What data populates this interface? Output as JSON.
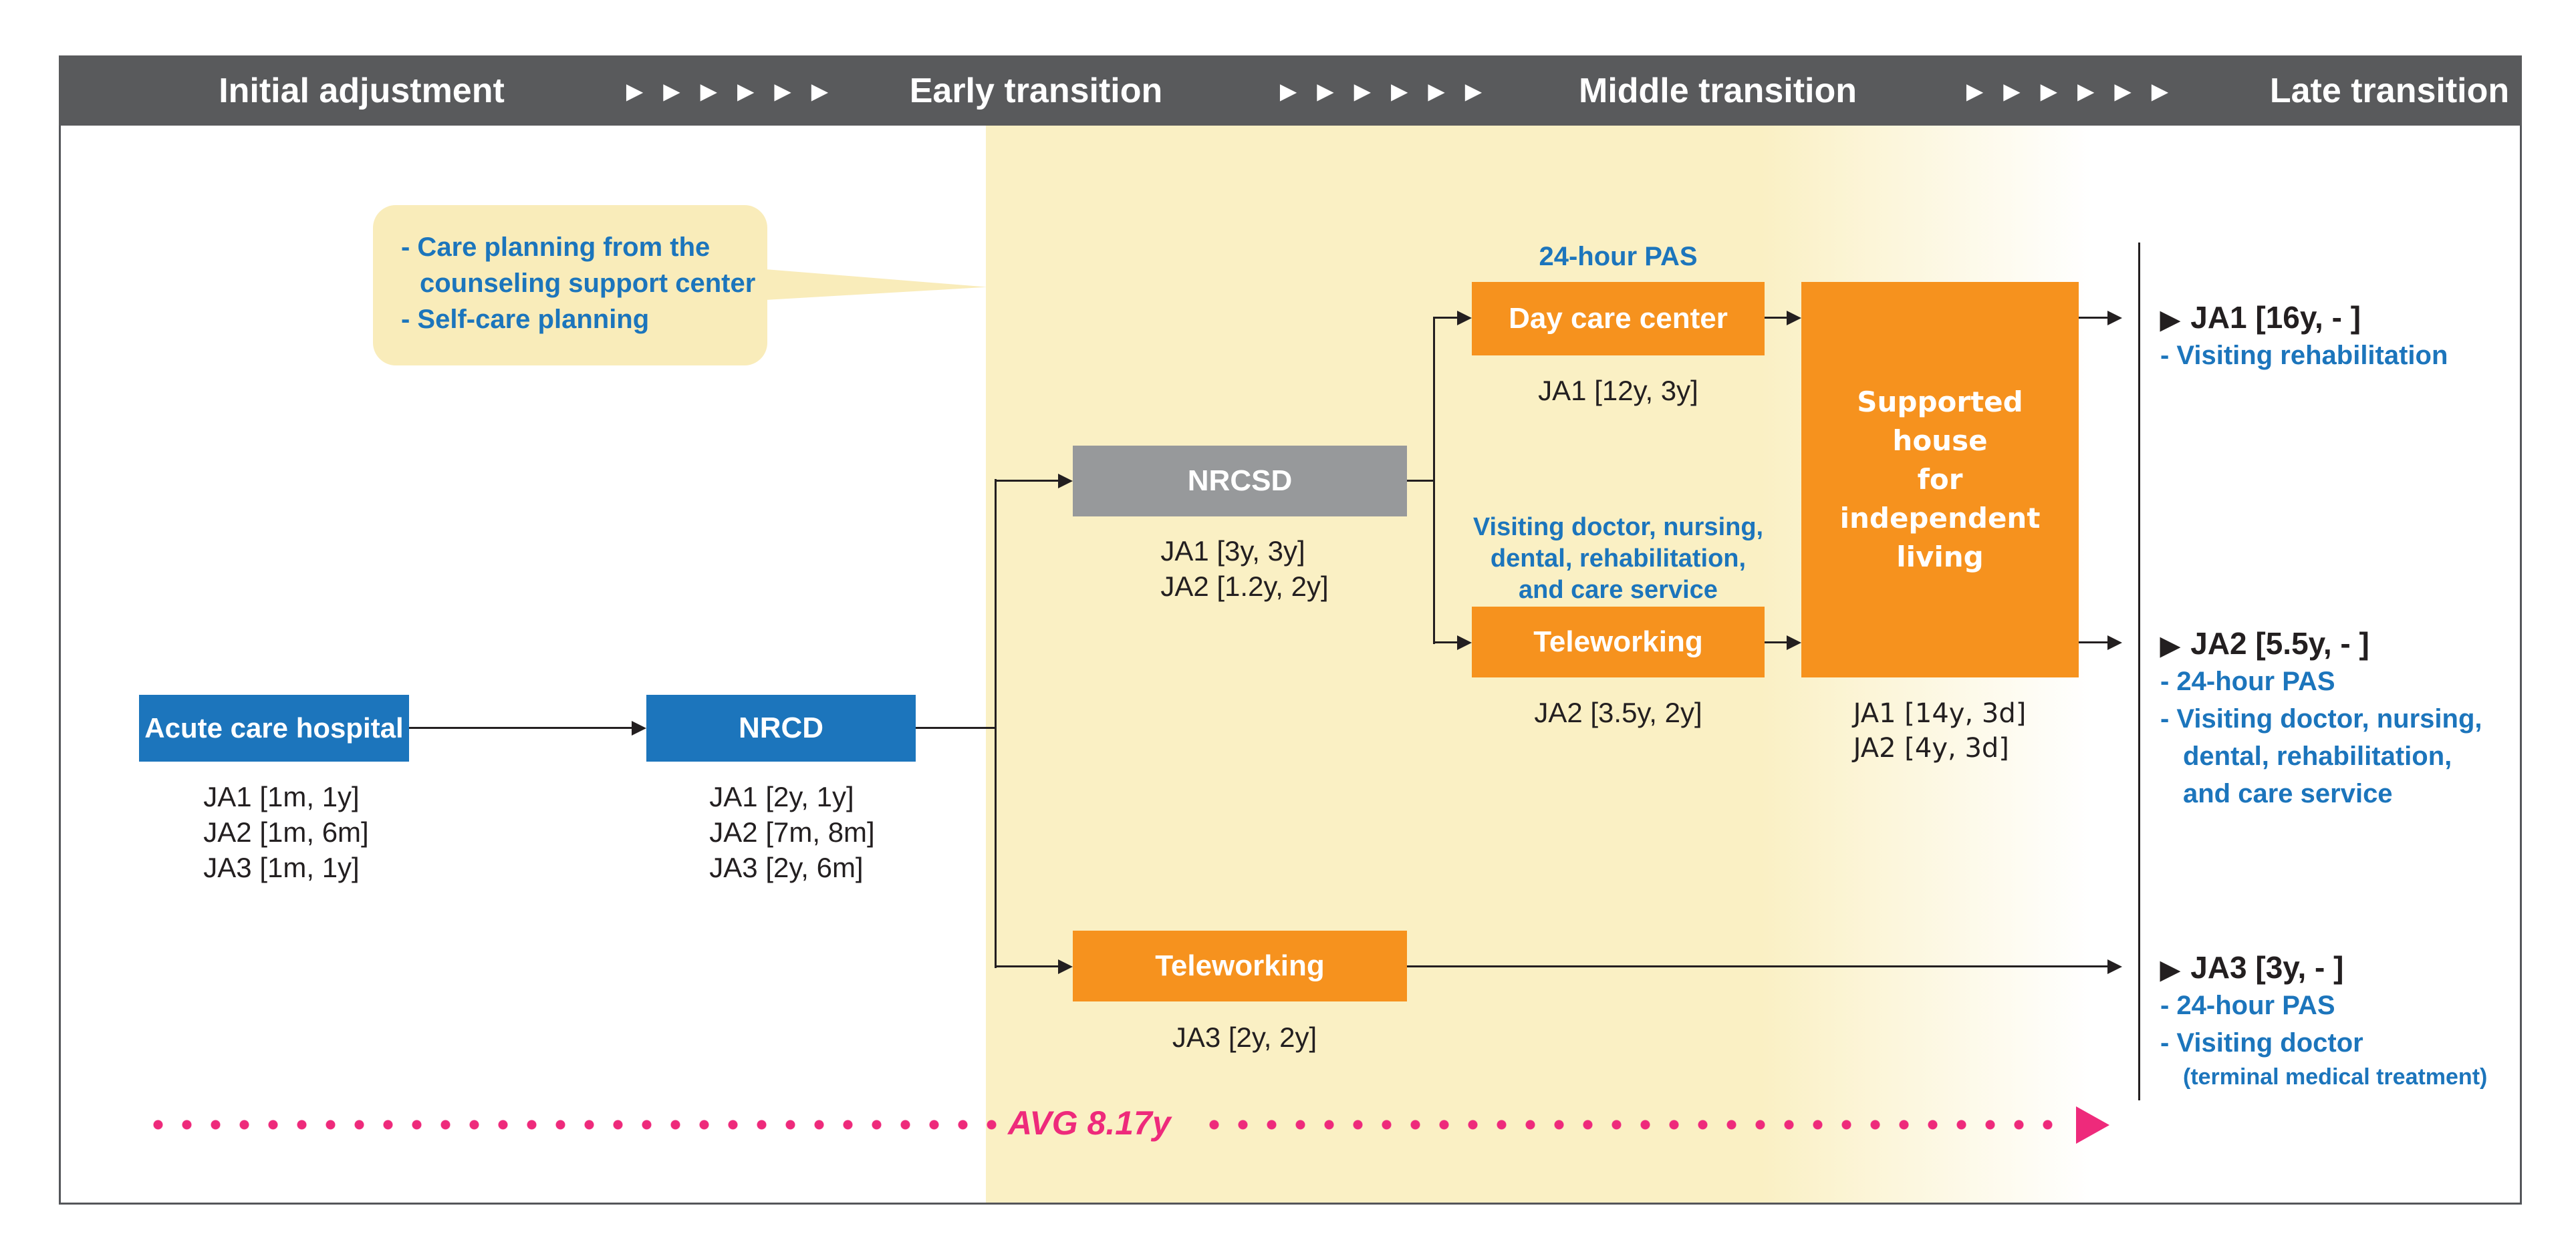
{
  "colors": {
    "header_bar": "#595A5C",
    "box_blue": "#1C75BC",
    "box_orange": "#F6921E",
    "box_gray": "#97999B",
    "yellow_background": "#FAF0C4",
    "callout_background": "#F9ECBA",
    "accent_pink": "#EE2A7B",
    "text_blue": "#1C75BC",
    "text_black": "#231F20"
  },
  "header": {
    "phases": [
      {
        "label": "Initial adjustment"
      },
      {
        "label": "Early transition"
      },
      {
        "label": "Middle transition"
      },
      {
        "label": "Late transition"
      }
    ],
    "arrows": "▶▶▶▶▶▶"
  },
  "callout": {
    "line1": "- Care planning from the",
    "line2": "counseling support center",
    "line3": "- Self-care planning"
  },
  "nodes": {
    "acute": {
      "label": "Acute care hospital",
      "notes": [
        "JA1 [1m, 1y]",
        "JA2 [1m, 6m]",
        "JA3 [1m, 1y]"
      ]
    },
    "nrcd": {
      "label": "NRCD",
      "notes": [
        "JA1 [2y, 1y]",
        "JA2 [7m, 8m]",
        "JA3 [2y, 6m]"
      ]
    },
    "nrcsd": {
      "label": "NRCSD",
      "notes": [
        "JA1 [3y, 3y]",
        "JA2 [1.2y, 2y]"
      ]
    },
    "daycare": {
      "label": "Day care center",
      "tag": "24-hour PAS",
      "note": "JA1 [12y, 3y]"
    },
    "telemid": {
      "label": "Teleworking",
      "tag1": "Visiting doctor, nursing,",
      "tag2": "dental, rehabilitation,",
      "tag3": "and care service",
      "note": "JA2 [3.5y, 2y]"
    },
    "supported": {
      "line1": "Supported",
      "line2": "house",
      "line3": "for",
      "line4": "independent",
      "line5": "living",
      "notes": [
        "JA1 [14y, 3d]",
        "JA2 [4y, 3d]"
      ]
    },
    "telelow": {
      "label": "Teleworking",
      "note": "JA3 [2y, 2y]"
    }
  },
  "outcomes": [
    {
      "marker": "▶",
      "title": "JA1 [16y, - ]",
      "items": [
        "- Visiting rehabilitation"
      ]
    },
    {
      "marker": "▶",
      "title": "JA2 [5.5y, - ]",
      "items": [
        "- 24-hour PAS",
        "- Visiting doctor, nursing,",
        "dental, rehabilitation,",
        "and care service"
      ]
    },
    {
      "marker": "▶",
      "title": "JA3 [3y, - ]",
      "items": [
        "- 24-hour PAS",
        "- Visiting doctor"
      ],
      "subnote": "(terminal medical treatment)"
    }
  ],
  "timeline": {
    "label": "AVG 8.17y"
  }
}
